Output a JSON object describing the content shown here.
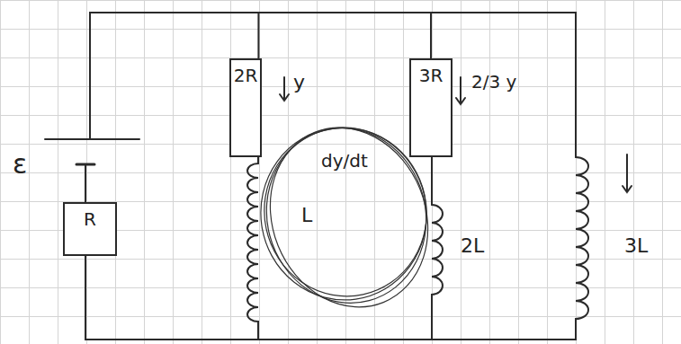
{
  "diagram": {
    "nodes": [
      {
        "text": [
          "2R"
        ]
      },
      {
        "text": [
          "3R"
        ]
      },
      {
        "text": [
          "R"
        ]
      }
    ],
    "edges": [
      {
        "from": 0,
        "to": 1,
        "arrow": "none"
      }
    ],
    "labels": [
      "ε",
      "y",
      "2/3 y",
      "dy/dt",
      "L",
      "2L",
      "3L"
    ]
  }
}
